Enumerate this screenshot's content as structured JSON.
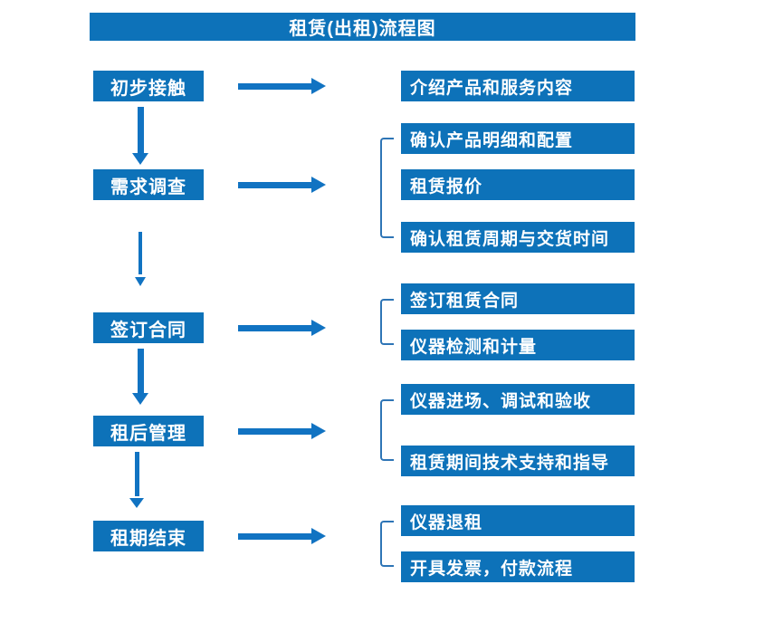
{
  "title": "租赁(出租)流程图",
  "colors": {
    "primary": "#0d72b9",
    "arrow": "#1173c2",
    "bracket": "#2e75b6",
    "box-text": "#ffffff"
  },
  "steps": [
    {
      "label": "初步接触",
      "details": [
        "介绍产品和服务内容"
      ]
    },
    {
      "label": "需求调查",
      "details": [
        "确认产品明细和配置",
        "租赁报价",
        "确认租赁周期与交货时间"
      ]
    },
    {
      "label": "签订合同",
      "details": [
        "签订租赁合同",
        "仪器检测和计量"
      ]
    },
    {
      "label": "租后管理",
      "details": [
        "仪器进场、调试和验收",
        "租赁期间技术支持和指导"
      ]
    },
    {
      "label": "租期结束",
      "details": [
        "仪器退租",
        "开具发票，付款流程"
      ]
    }
  ]
}
